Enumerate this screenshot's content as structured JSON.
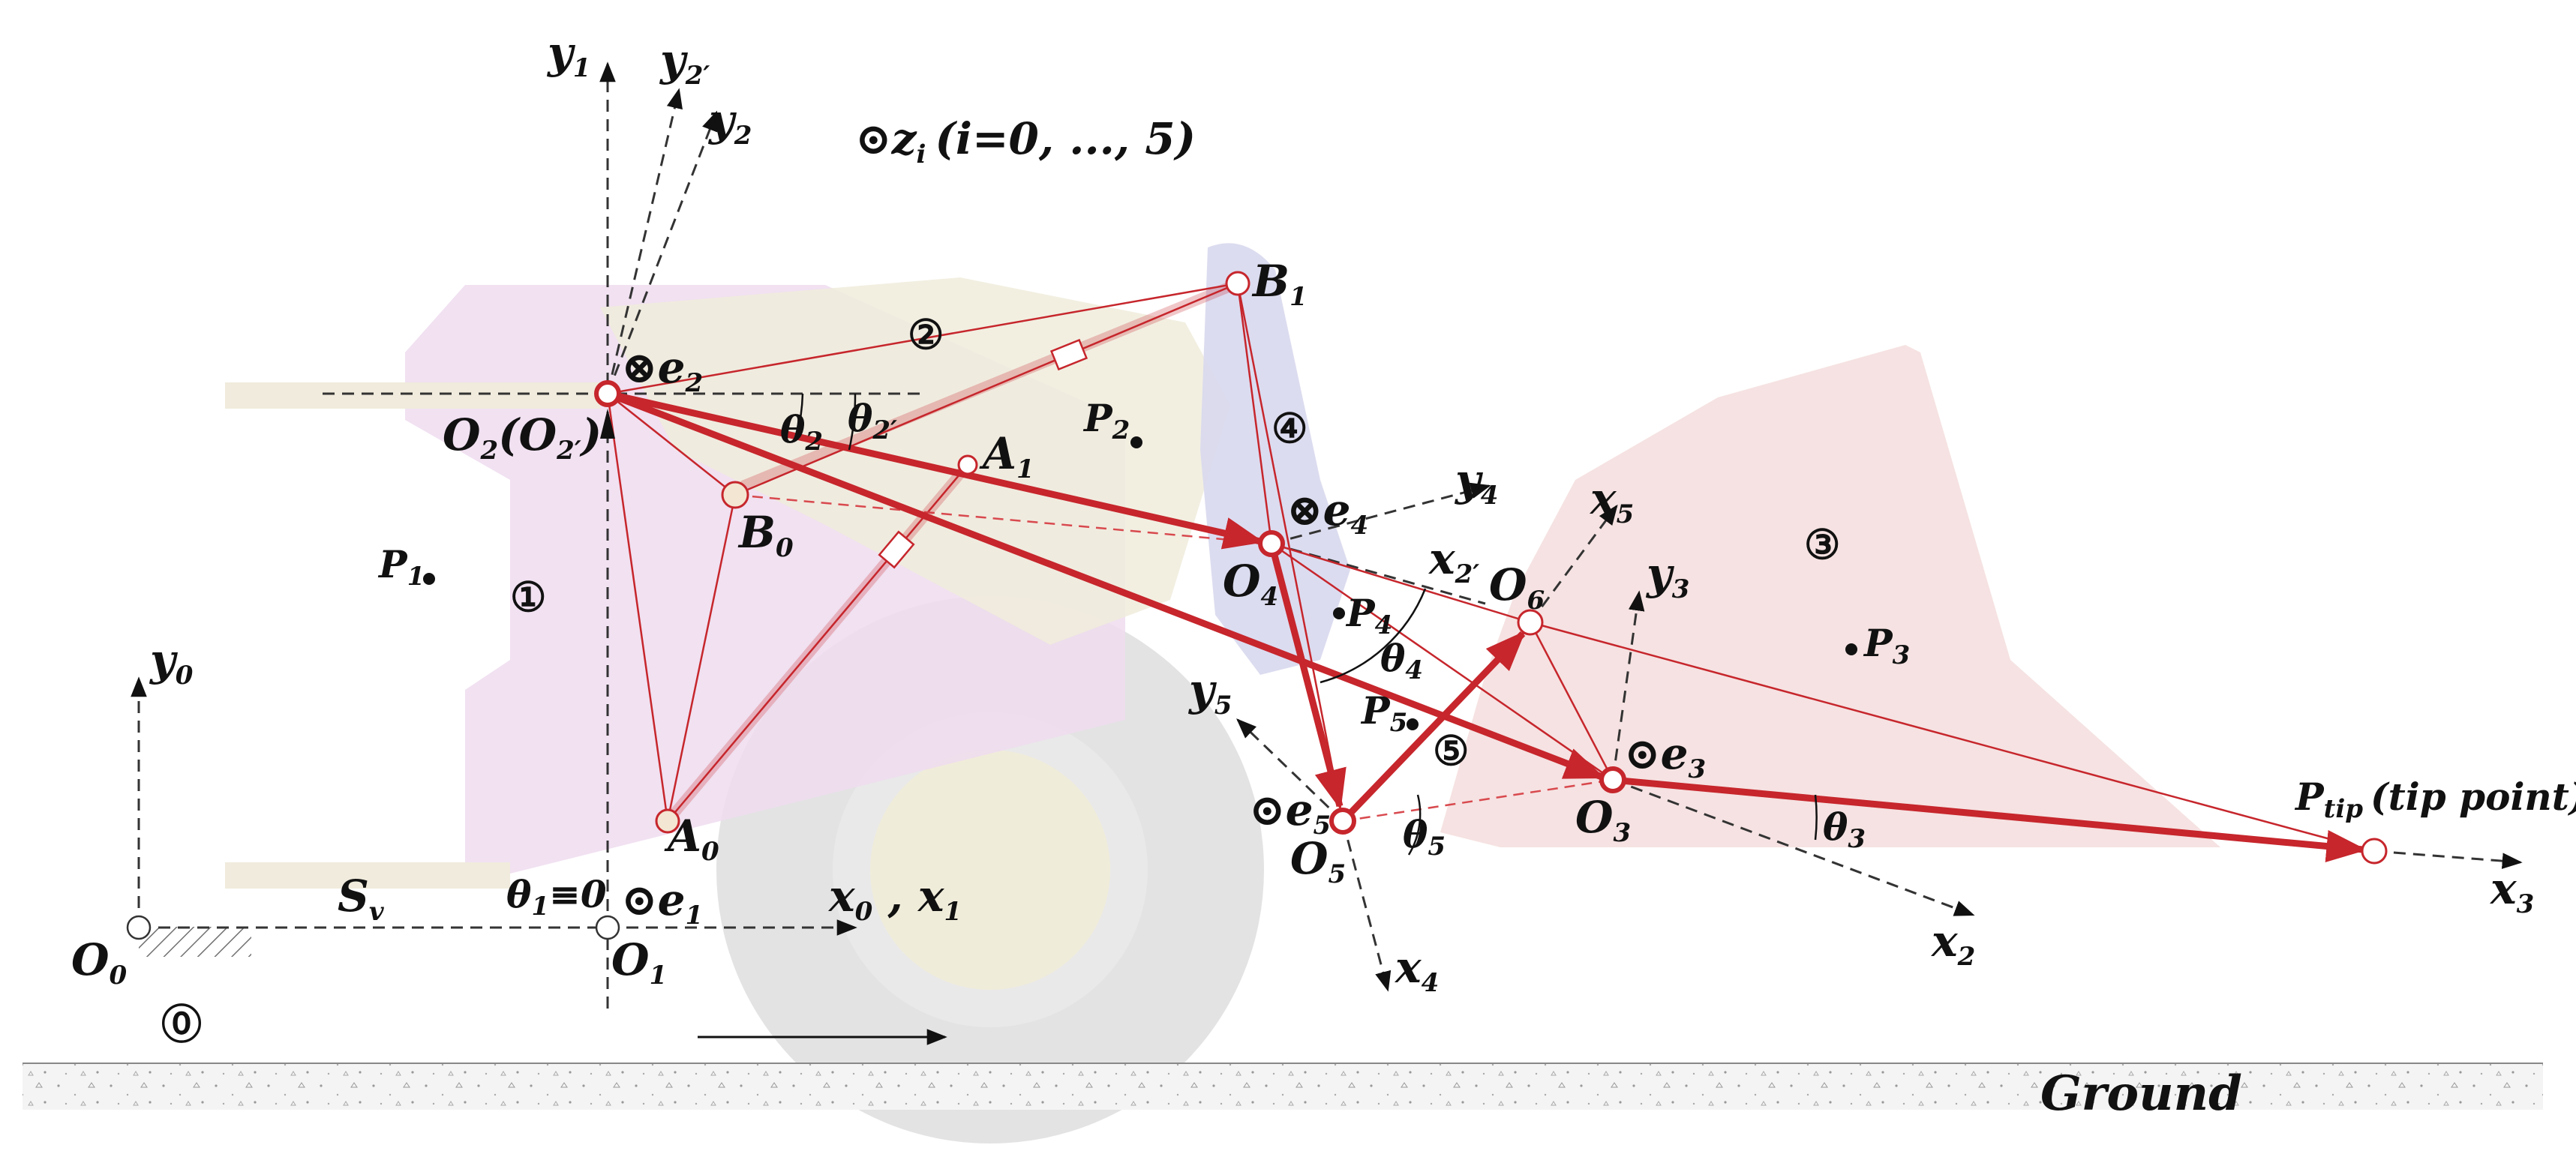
{
  "labels": {
    "y1": "y",
    "y1_sub": "1",
    "y2p": "y",
    "y2p_sub": "2′",
    "y2": "y",
    "y2_sub": "2",
    "zi": "z",
    "zi_sub": "i",
    "zi_range": "(i=0, ..., 5)",
    "B1": "B",
    "B1_sub": "1",
    "e2": "e",
    "e2_sub": "2",
    "O2": "O",
    "O2_sub": "2",
    "O2_paren": "(O",
    "O2p_sub": "2′",
    "O2_close": ")",
    "theta2": "θ",
    "theta2_sub": "2",
    "theta2p": "θ",
    "theta2p_sub": "2′",
    "P2": "P",
    "P2_sub": "2",
    "A1": "A",
    "A1_sub": "1",
    "B0": "B",
    "B0_sub": "0",
    "y4": "y",
    "y4_sub": "4",
    "e4": "e",
    "e4_sub": "4",
    "x5": "x",
    "x5_sub": "5",
    "x2p": "x",
    "x2p_sub": "2′",
    "O4": "O",
    "O4_sub": "4",
    "O6": "O",
    "O6_sub": "6",
    "y3": "y",
    "y3_sub": "3",
    "P1": "P",
    "P1_sub": "1",
    "P4": "P",
    "P4_sub": "4",
    "theta4": "θ",
    "theta4_sub": "4",
    "P3": "P",
    "P3_sub": "3",
    "y0": "y",
    "y0_sub": "0",
    "y5": "y",
    "y5_sub": "5",
    "P5": "P",
    "P5_sub": "5",
    "e3": "e",
    "e3_sub": "3",
    "Ptip": "P",
    "Ptip_sub": "tip",
    "Ptip_desc": "(tip point)",
    "A0": "A",
    "A0_sub": "0",
    "e5": "e",
    "e5_sub": "5",
    "O5": "O",
    "O5_sub": "5",
    "theta5": "θ",
    "theta5_sub": "5",
    "O3": "O",
    "O3_sub": "3",
    "theta3": "θ",
    "theta3_sub": "3",
    "x3": "x",
    "x3_sub": "3",
    "Sv": "S",
    "Sv_sub": "v",
    "theta1": "θ",
    "theta1_sub": "1",
    "theta1_eq": "≡0",
    "e1": "e",
    "e1_sub": "1",
    "x0x1": "x",
    "x0_sub": "0",
    "x_sep": " , x",
    "x1_sub": "1",
    "x2": "x",
    "x2_sub": "2",
    "x4": "x",
    "x4_sub": "4",
    "O0": "O",
    "O0_sub": "0",
    "O1": "O",
    "O1_sub": "1",
    "ground": "Ground"
  },
  "bodies": {
    "b0": "⓪",
    "b1": "①",
    "b2": "②",
    "b3": "③",
    "b4": "④",
    "b5": "⑤"
  },
  "symbols": {
    "odot": "⊙",
    "otimes": "⊗"
  },
  "colors": {
    "link_red": "#c6262c",
    "body1_fill": "#efdcef",
    "body2_fill": "#f3efe2",
    "body3_fill": "#f7e2e2",
    "body4_fill": "#dcdcf0",
    "wheel_fill": "#dedede"
  }
}
